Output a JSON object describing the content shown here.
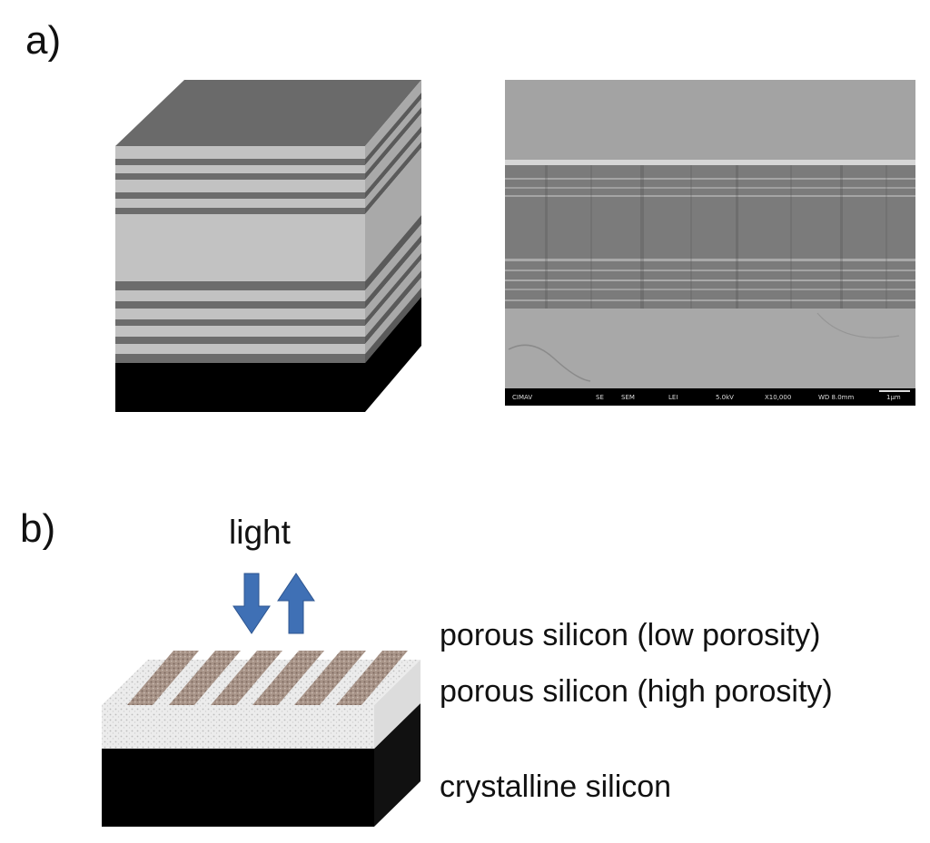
{
  "panels": {
    "a_label": "a)",
    "b_label": "b)"
  },
  "sem_info": {
    "lab": "CIMAV",
    "field1": "SE",
    "field2": "SEM",
    "detector": "LEI",
    "voltage": "5.0kV",
    "magnification": "X10,000",
    "working_distance": "WD 8.0mm",
    "scale": "1µm"
  },
  "diagram_b": {
    "light_label": "light",
    "layers": [
      "porous silicon (low porosity)",
      "porous silicon (high porosity)",
      "crystalline silicon"
    ]
  },
  "colors": {
    "dark_layer": "#6c6c6c",
    "light_layer": "#c2c2c2",
    "substrate": "#000000",
    "arrow": "#3f70b5"
  }
}
